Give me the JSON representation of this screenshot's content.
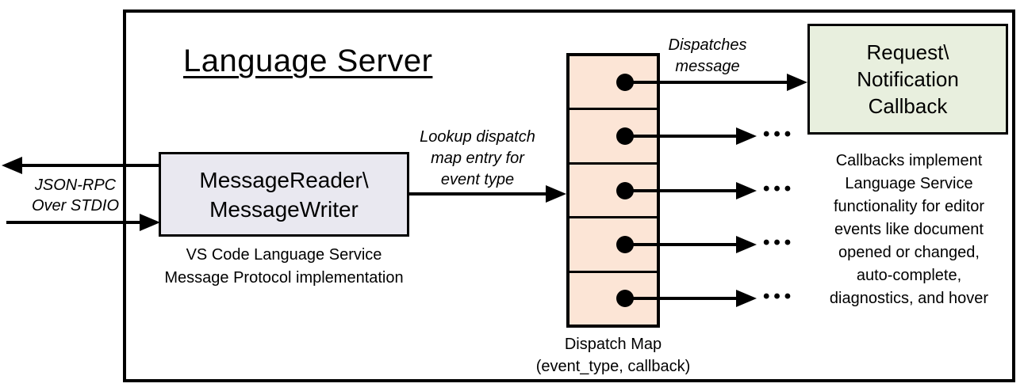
{
  "colors": {
    "outline": "#000000",
    "background": "#ffffff",
    "reader_box_fill": "#e9e8f0",
    "dispatch_map_fill": "#fce5d6",
    "callback_box_fill": "#e8efde",
    "text": "#000000"
  },
  "diagram": {
    "title": "Language Server",
    "io_label": {
      "lines": [
        "JSON-RPC",
        "Over STDIO"
      ]
    },
    "reader_box": {
      "lines": [
        "MessageReader\\",
        "MessageWriter"
      ]
    },
    "reader_caption": {
      "lines": [
        "VS Code Language Service",
        "Message Protocol implementation"
      ]
    },
    "lookup_label": {
      "lines": [
        "Lookup dispatch",
        "map entry for",
        "event type"
      ]
    },
    "dispatch_map": {
      "row_count": 5,
      "caption_lines": [
        "Dispatch Map",
        "(event_type, callback)"
      ]
    },
    "dispatches_label": {
      "lines": [
        "Dispatches",
        "message"
      ]
    },
    "callback_box": {
      "lines": [
        "Request\\",
        "Notification",
        "Callback"
      ]
    },
    "callbacks_note": {
      "lines": [
        "Callbacks implement",
        "Language Service",
        "functionality for editor",
        "events like document",
        "opened or changed,",
        "auto-complete,",
        "diagnostics, and hover"
      ]
    },
    "ellipsis": "•••"
  }
}
